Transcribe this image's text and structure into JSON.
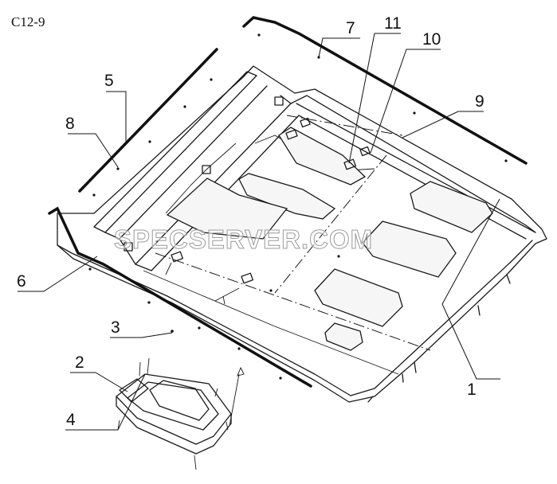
{
  "figure_code": "C12-9",
  "watermark": "SPECSERVER.COM",
  "callouts": [
    {
      "id": "1",
      "label": "1"
    },
    {
      "id": "2",
      "label": "2"
    },
    {
      "id": "3",
      "label": "3"
    },
    {
      "id": "4",
      "label": "4"
    },
    {
      "id": "5",
      "label": "5"
    },
    {
      "id": "6",
      "label": "6"
    },
    {
      "id": "7",
      "label": "7"
    },
    {
      "id": "8",
      "label": "8"
    },
    {
      "id": "9",
      "label": "9"
    },
    {
      "id": "10",
      "label": "10"
    },
    {
      "id": "11",
      "label": "11"
    }
  ]
}
